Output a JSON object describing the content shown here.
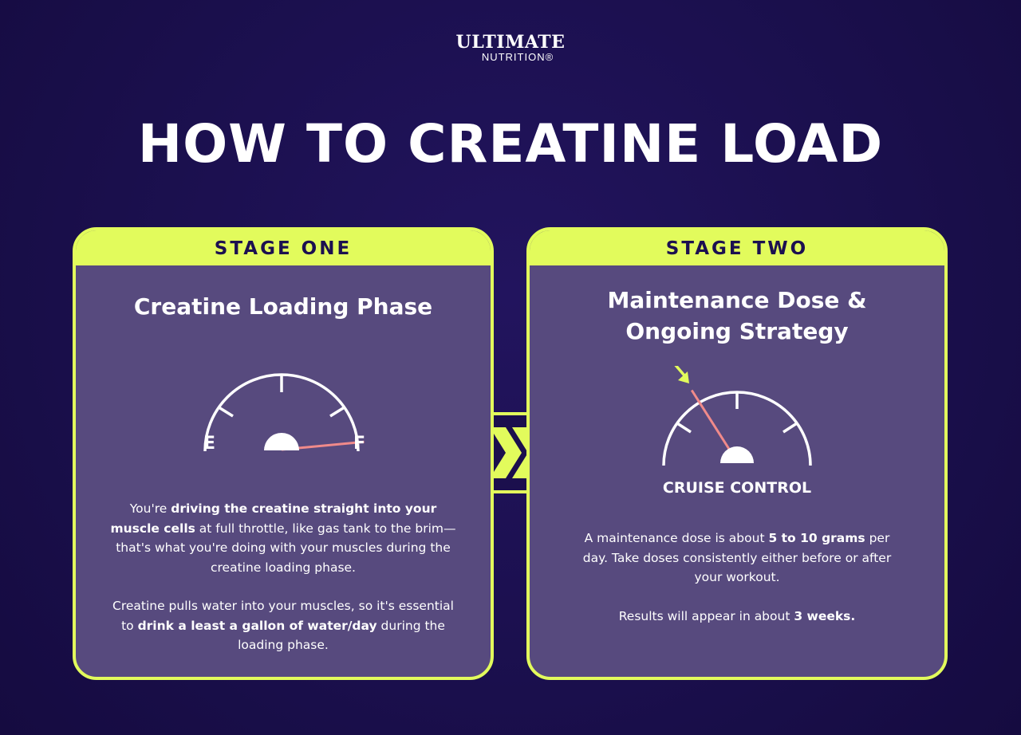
{
  "logo": {
    "line1": "ULTIMATE",
    "line2": "NUTRITION®"
  },
  "title": "HOW TO CREATINE LOAD",
  "stage_one": {
    "label": "STAGE ONE",
    "heading": "Creatine Loading Phase",
    "gauge": {
      "empty_label": "E",
      "full_label": "F",
      "level": 1.0
    },
    "p1_a": "You're ",
    "p1_b": "driving the creatine straight into your muscle cells",
    "p1_c": " at full throttle, like gas tank to the brim—that's what you're doing with your muscles during the creatine loading phase.",
    "p2_a": "Creatine pulls water into your muscles, so it's essential to ",
    "p2_b": "drink a least a gallon of water/day",
    "p2_c": " during the loading phase."
  },
  "stage_two": {
    "label": "STAGE TWO",
    "heading_line1": "Maintenance Dose &",
    "heading_line2": "Ongoing Strategy",
    "gauge": {
      "caption": "CRUISE CONTROL",
      "level": 0.33
    },
    "p1_a": "A maintenance dose is about ",
    "p1_b": "5 to 10 grams",
    "p1_c": " per day. Take doses consistently either before or after your workout.",
    "p2_a": "Results will appear in about ",
    "p2_b": "3 weeks."
  },
  "colors": {
    "background": "#1c1050",
    "card": "#574a7e",
    "accent": "#e2fb5c",
    "needle": "#f08a8a"
  },
  "icons": {
    "arrows": "double-chevron-right-icon",
    "fuel_gauge": "fuel-gauge-icon",
    "pointer": "arrow-pointer-icon"
  }
}
